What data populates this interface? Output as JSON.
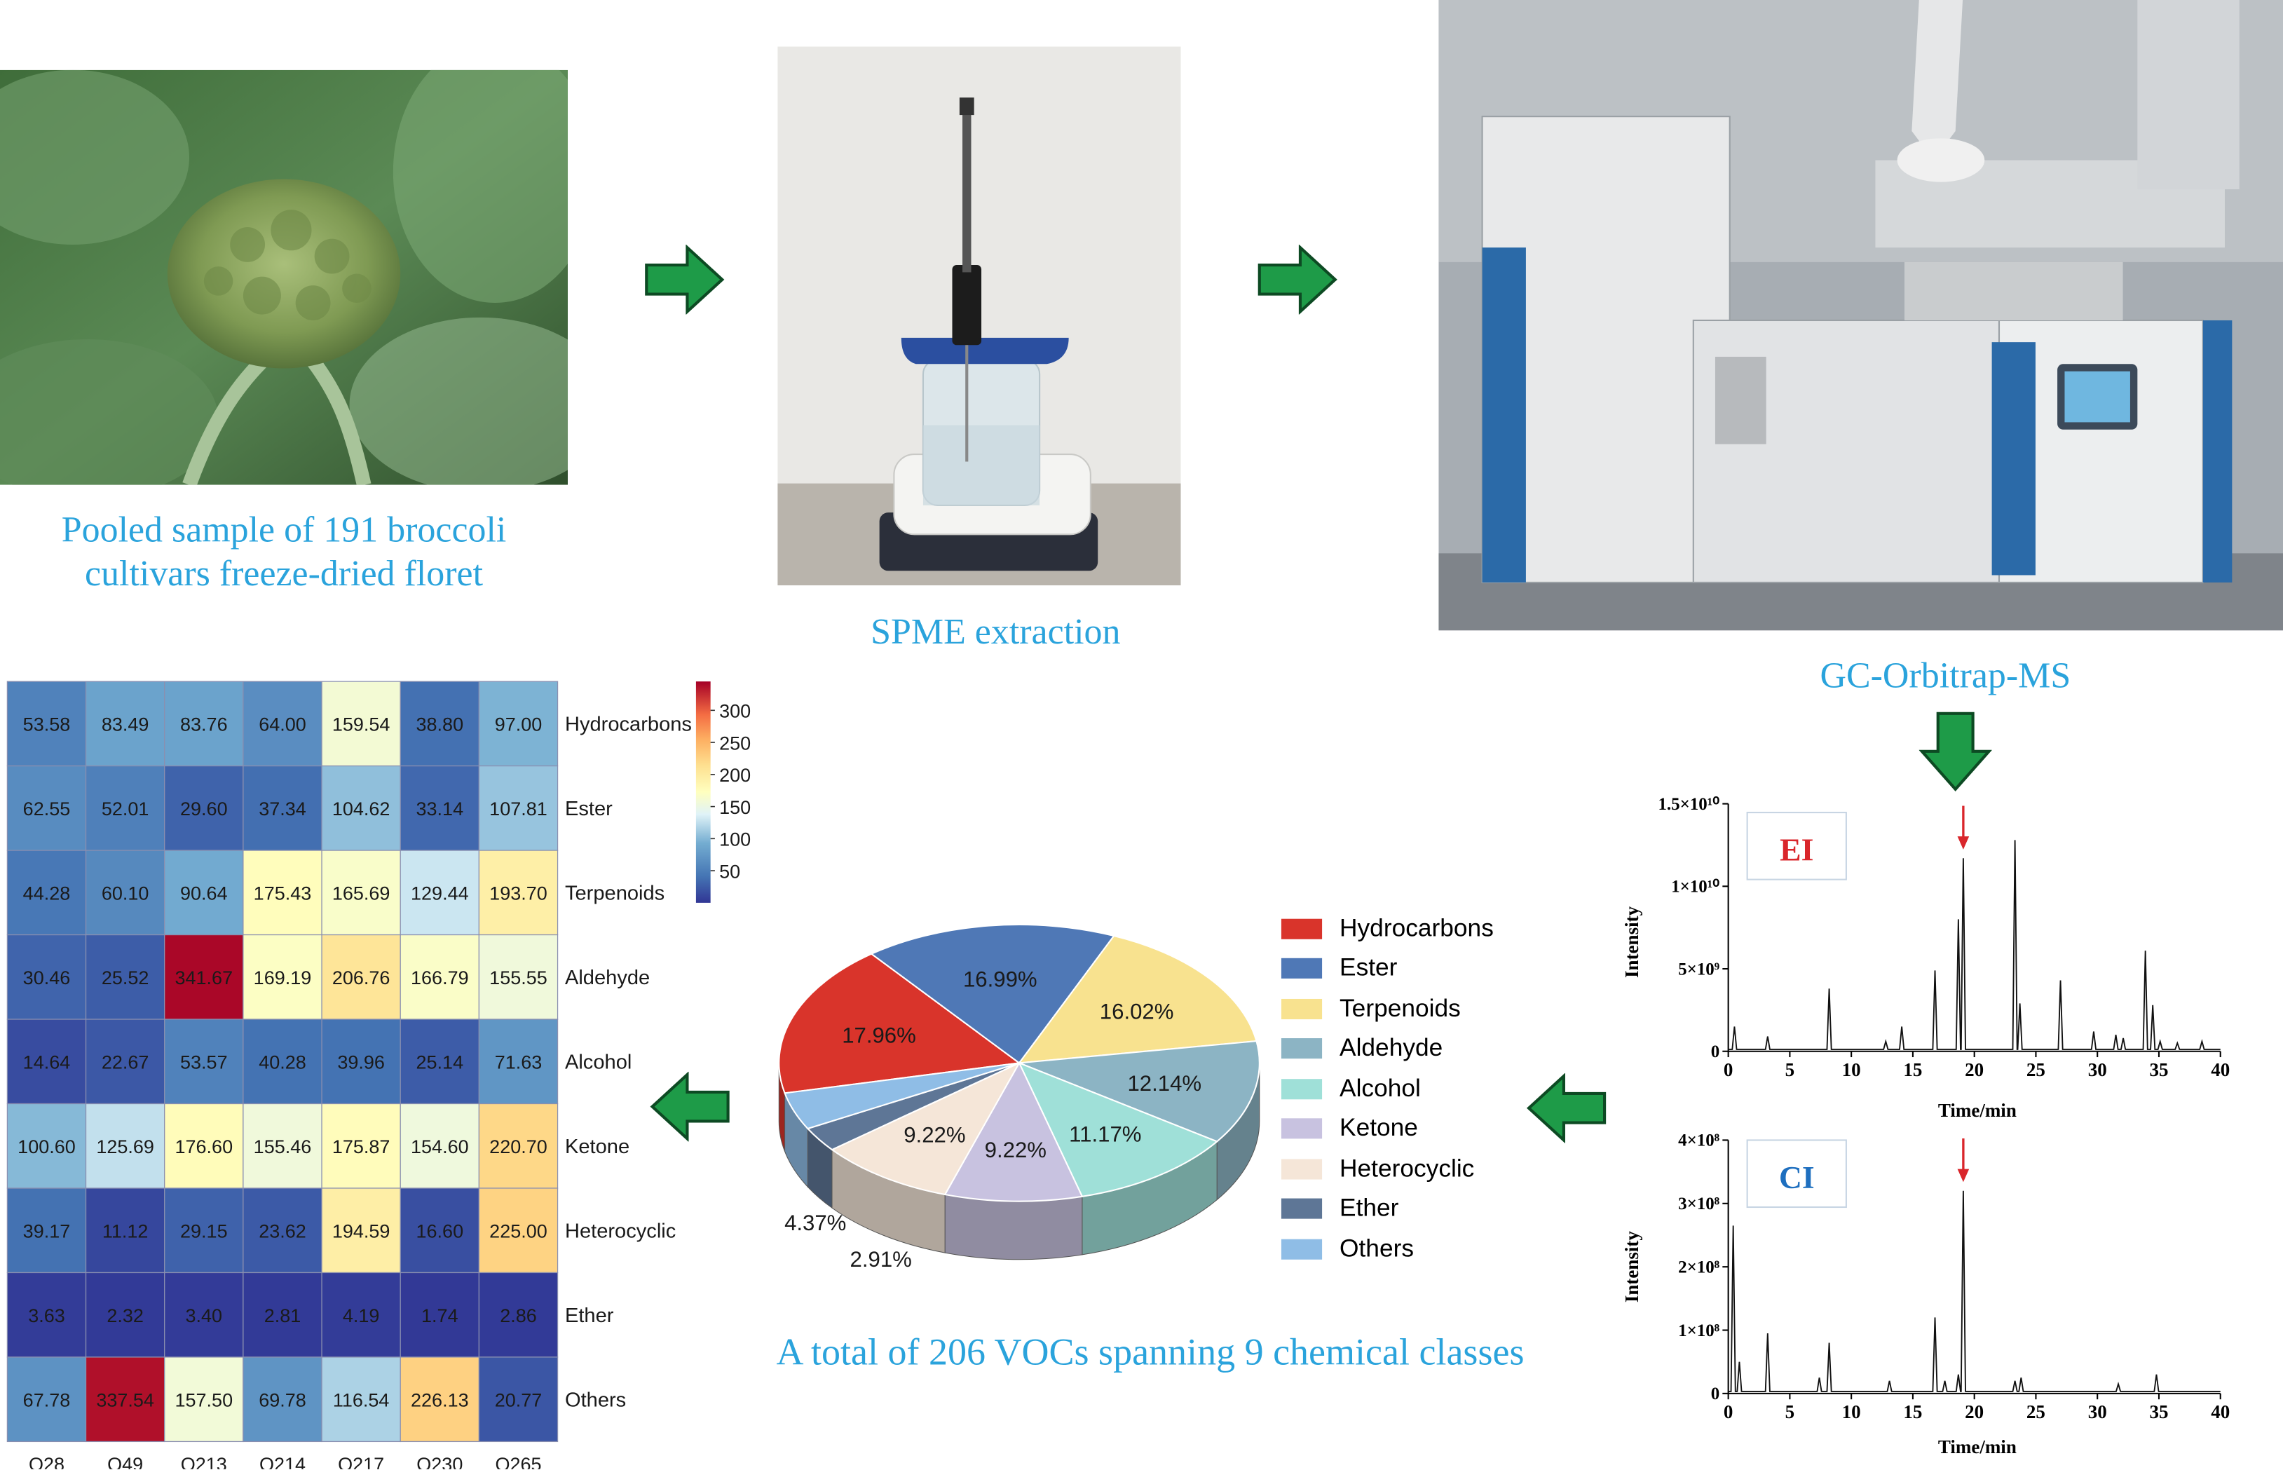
{
  "captions": {
    "sample": [
      "Pooled sample of 191 broccoli",
      "cultivars freeze-dried floret"
    ],
    "spme": "SPME extraction",
    "gcms": "GC-Orbitrap-MS",
    "total": "A total of 206 VOCs spanning 9 chemical classes"
  },
  "colors": {
    "caption": "#2aa3dc",
    "arrow_fill": "#1e9b48",
    "arrow_stroke": "#0d4a23",
    "ei_label": "#d9262b",
    "ci_label": "#1e6fbf",
    "peak_marker": "#d9262b"
  },
  "chart_data": [
    {
      "type": "heatmap",
      "columns": [
        "Q28",
        "Q49",
        "Q213",
        "Q214",
        "Q217",
        "Q230",
        "Q265"
      ],
      "rows": [
        "Hydrocarbons",
        "Ester",
        "Terpenoids",
        "Aldehyde",
        "Alcohol",
        "Ketone",
        "Heterocyclic",
        "Ether",
        "Others"
      ],
      "values": [
        [
          "53.58",
          "83.49",
          "83.76",
          "64.00",
          "159.54",
          "38.80",
          "97.00"
        ],
        [
          "62.55",
          "52.01",
          "29.60",
          "37.34",
          "104.62",
          "33.14",
          "107.81"
        ],
        [
          "44.28",
          "60.10",
          "90.64",
          "175.43",
          "165.69",
          "129.44",
          "193.70"
        ],
        [
          "30.46",
          "25.52",
          "341.67",
          "169.19",
          "206.76",
          "166.79",
          "155.55"
        ],
        [
          "14.64",
          "22.67",
          "53.57",
          "40.28",
          "39.96",
          "25.14",
          "71.63"
        ],
        [
          "100.60",
          "125.69",
          "176.60",
          "155.46",
          "175.87",
          "154.60",
          "220.70"
        ],
        [
          "39.17",
          "11.12",
          "29.15",
          "23.62",
          "194.59",
          "16.60",
          "225.00"
        ],
        [
          "3.63",
          "2.32",
          "3.40",
          "2.81",
          "4.19",
          "1.74",
          "2.86"
        ],
        [
          "67.78",
          "337.54",
          "157.50",
          "69.78",
          "116.54",
          "226.13",
          "20.77"
        ]
      ],
      "colorbar_ticks": [
        "300",
        "250",
        "200",
        "150",
        "100",
        "50"
      ],
      "colorbar_range": [
        0,
        345
      ]
    },
    {
      "type": "pie",
      "labels": [
        "Hydrocarbons",
        "Ester",
        "Terpenoids",
        "Aldehyde",
        "Alcohol",
        "Ketone",
        "Heterocyclic",
        "Ether",
        "Others"
      ],
      "values": [
        17.96,
        16.99,
        16.02,
        12.14,
        11.17,
        9.22,
        9.22,
        2.91,
        4.37
      ],
      "value_labels": [
        "17.96%",
        "16.99%",
        "16.02%",
        "12.14%",
        "11.17%",
        "9.22%",
        "9.22%",
        "2.91%",
        "4.37%"
      ],
      "colors": [
        "#d9342b",
        "#4f78b6",
        "#f8e28f",
        "#8cb4c4",
        "#9fe0d8",
        "#c8c2e0",
        "#f5e6d8",
        "#5e7696",
        "#8fbde6"
      ],
      "legend_placement": "right"
    },
    {
      "type": "line",
      "label": "EI",
      "xlabel": "Time/min",
      "ylabel": "Intensity",
      "xlim": [
        0,
        40
      ],
      "ylim": [
        0,
        15000000000.0
      ],
      "xticks": [
        "0",
        "5",
        "10",
        "15",
        "20",
        "25",
        "30",
        "35",
        "40"
      ],
      "yticks": [
        "0",
        "5×10⁹",
        "1×10¹⁰",
        "1.5×10¹⁰"
      ],
      "peaks": [
        [
          0.5,
          1500000000.0
        ],
        [
          3.2,
          900000000.0
        ],
        [
          8.2,
          3800000000.0
        ],
        [
          12.8,
          600000000.0
        ],
        [
          14.1,
          1500000000.0
        ],
        [
          16.8,
          4900000000.0
        ],
        [
          18.7,
          8000000000.0
        ],
        [
          19.1,
          11700000000.0
        ],
        [
          23.3,
          12800000000.0
        ],
        [
          23.7,
          2900000000.0
        ],
        [
          27.0,
          4300000000.0
        ],
        [
          29.7,
          1200000000.0
        ],
        [
          31.5,
          1000000000.0
        ],
        [
          32.1,
          800000000.0
        ],
        [
          33.9,
          6100000000.0
        ],
        [
          34.5,
          2800000000.0
        ],
        [
          35.1,
          600000000.0
        ],
        [
          36.5,
          500000000.0
        ],
        [
          38.5,
          600000000.0
        ]
      ],
      "marked_peak_x": 19.1
    },
    {
      "type": "line",
      "label": "CI",
      "xlabel": "Time/min",
      "ylabel": "Intensity",
      "xlim": [
        0,
        40
      ],
      "ylim": [
        0,
        400000000.0
      ],
      "xticks": [
        "0",
        "5",
        "10",
        "15",
        "20",
        "25",
        "30",
        "35",
        "40"
      ],
      "yticks": [
        "0",
        "1×10⁸",
        "2×10⁸",
        "3×10⁸",
        "4×10⁸"
      ],
      "peaks": [
        [
          0.4,
          265000000.0
        ],
        [
          0.9,
          50000000.0
        ],
        [
          3.2,
          95000000.0
        ],
        [
          7.4,
          25000000.0
        ],
        [
          8.2,
          80000000.0
        ],
        [
          13.1,
          20000000.0
        ],
        [
          16.8,
          120000000.0
        ],
        [
          17.6,
          20000000.0
        ],
        [
          18.7,
          30000000.0
        ],
        [
          19.1,
          320000000.0
        ],
        [
          23.3,
          20000000.0
        ],
        [
          23.8,
          25000000.0
        ],
        [
          31.7,
          15000000.0
        ],
        [
          34.8,
          30000000.0
        ]
      ],
      "marked_peak_x": 19.1
    }
  ]
}
